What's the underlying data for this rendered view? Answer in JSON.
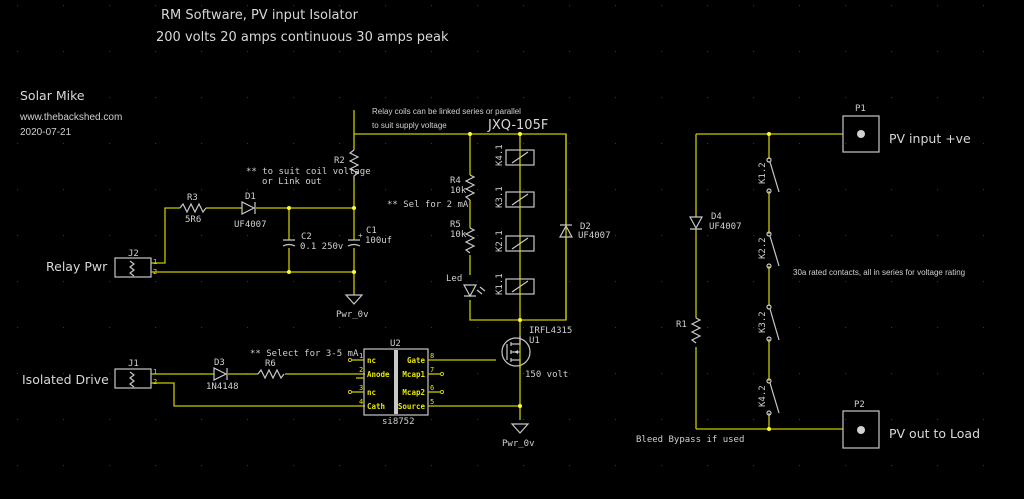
{
  "header": {
    "title": "RM Software, PV input Isolator",
    "subtitle": "200 volts 20 amps continuous 30 amps peak"
  },
  "author": {
    "name": "Solar Mike",
    "website": "www.thebackshed.com",
    "date": "2020-07-21"
  },
  "colors": {
    "background": "#000000",
    "wire": "#c8c800",
    "component": "#c8c8c8",
    "junction": "#ffff30"
  },
  "notes": {
    "relay_coils_line1": "Relay coils can be linked series or parallel",
    "relay_coils_line2": "to suit supply voltage",
    "relay_part": "JXQ-105F",
    "r2_note_line1": "** to suit coil voltage",
    "r2_note_line2": "or Link out",
    "r4_note": "** Sel for 2 mA",
    "r6_note": "** Select for 3-5 mA",
    "contacts_note": "30a rated contacts, all in series for voltage rating",
    "bleed_note": "Bleed Bypass if used",
    "mosfet_voltage": "150 volt"
  },
  "connectors": {
    "relay_pwr": {
      "ref": "J2",
      "label": "Relay Pwr",
      "pin1": "1",
      "pin2": "2"
    },
    "isolated_drive": {
      "ref": "J1",
      "label": "Isolated Drive",
      "pin1": "1",
      "pin2": "2"
    },
    "pv_in": {
      "ref": "P1",
      "label": "PV input +ve"
    },
    "pv_out": {
      "ref": "P2",
      "label": "PV out to Load"
    }
  },
  "components": {
    "R1": {
      "ref": "R1"
    },
    "R2": {
      "ref": "R2"
    },
    "R3": {
      "ref": "R3",
      "value": "5R6"
    },
    "R4": {
      "ref": "R4",
      "value": "10k"
    },
    "R5": {
      "ref": "R5",
      "value": "10k"
    },
    "R6": {
      "ref": "R6"
    },
    "D1": {
      "ref": "D1",
      "value": "UF4007"
    },
    "D2": {
      "ref": "D2",
      "value": "UF4007"
    },
    "D3": {
      "ref": "D3",
      "value": "1N4148"
    },
    "D4": {
      "ref": "D4",
      "value": "UF4007"
    },
    "C1": {
      "ref": "C1",
      "value": "100uf"
    },
    "C2": {
      "ref": "C2",
      "value": "0.1  250v"
    },
    "LED": {
      "ref": "Led"
    },
    "U1": {
      "ref": "U1",
      "value": "IRFL4315"
    },
    "U2": {
      "ref": "U2",
      "value": "si8752",
      "pins_left": [
        {
          "num": "1",
          "name": "nc"
        },
        {
          "num": "2",
          "name": "Anode"
        },
        {
          "num": "3",
          "name": "nc"
        },
        {
          "num": "4",
          "name": "Cath"
        }
      ],
      "pins_right": [
        {
          "num": "8",
          "name": "Gate"
        },
        {
          "num": "7",
          "name": "Mcap1"
        },
        {
          "num": "6",
          "name": "Mcap2"
        },
        {
          "num": "5",
          "name": "Source"
        }
      ]
    },
    "relay_coils": [
      "K4.1",
      "K3.1",
      "K2.1",
      "K1.1"
    ],
    "relay_contacts": [
      "K1.2",
      "K2.2",
      "K3.2",
      "K4.2"
    ]
  },
  "ground_labels": [
    "Pwr_0v",
    "Pwr_0v"
  ]
}
